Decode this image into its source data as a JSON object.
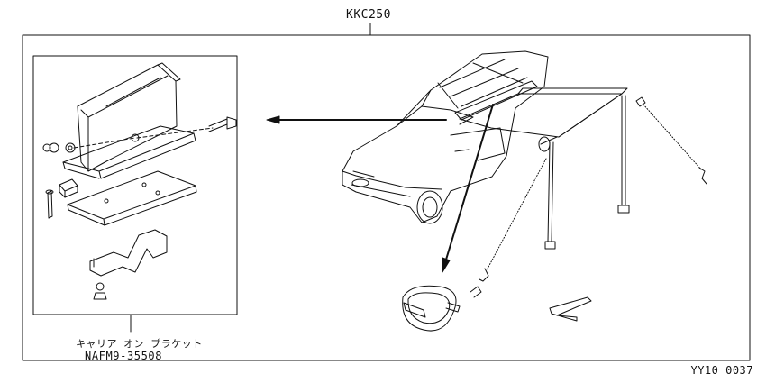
{
  "diagram": {
    "kit_number": "KKC250",
    "reference_code": "YY10 0037",
    "inset": {
      "name_japanese": "キャリア オン ブラケット",
      "part_number": "NAFM9-35508"
    }
  }
}
